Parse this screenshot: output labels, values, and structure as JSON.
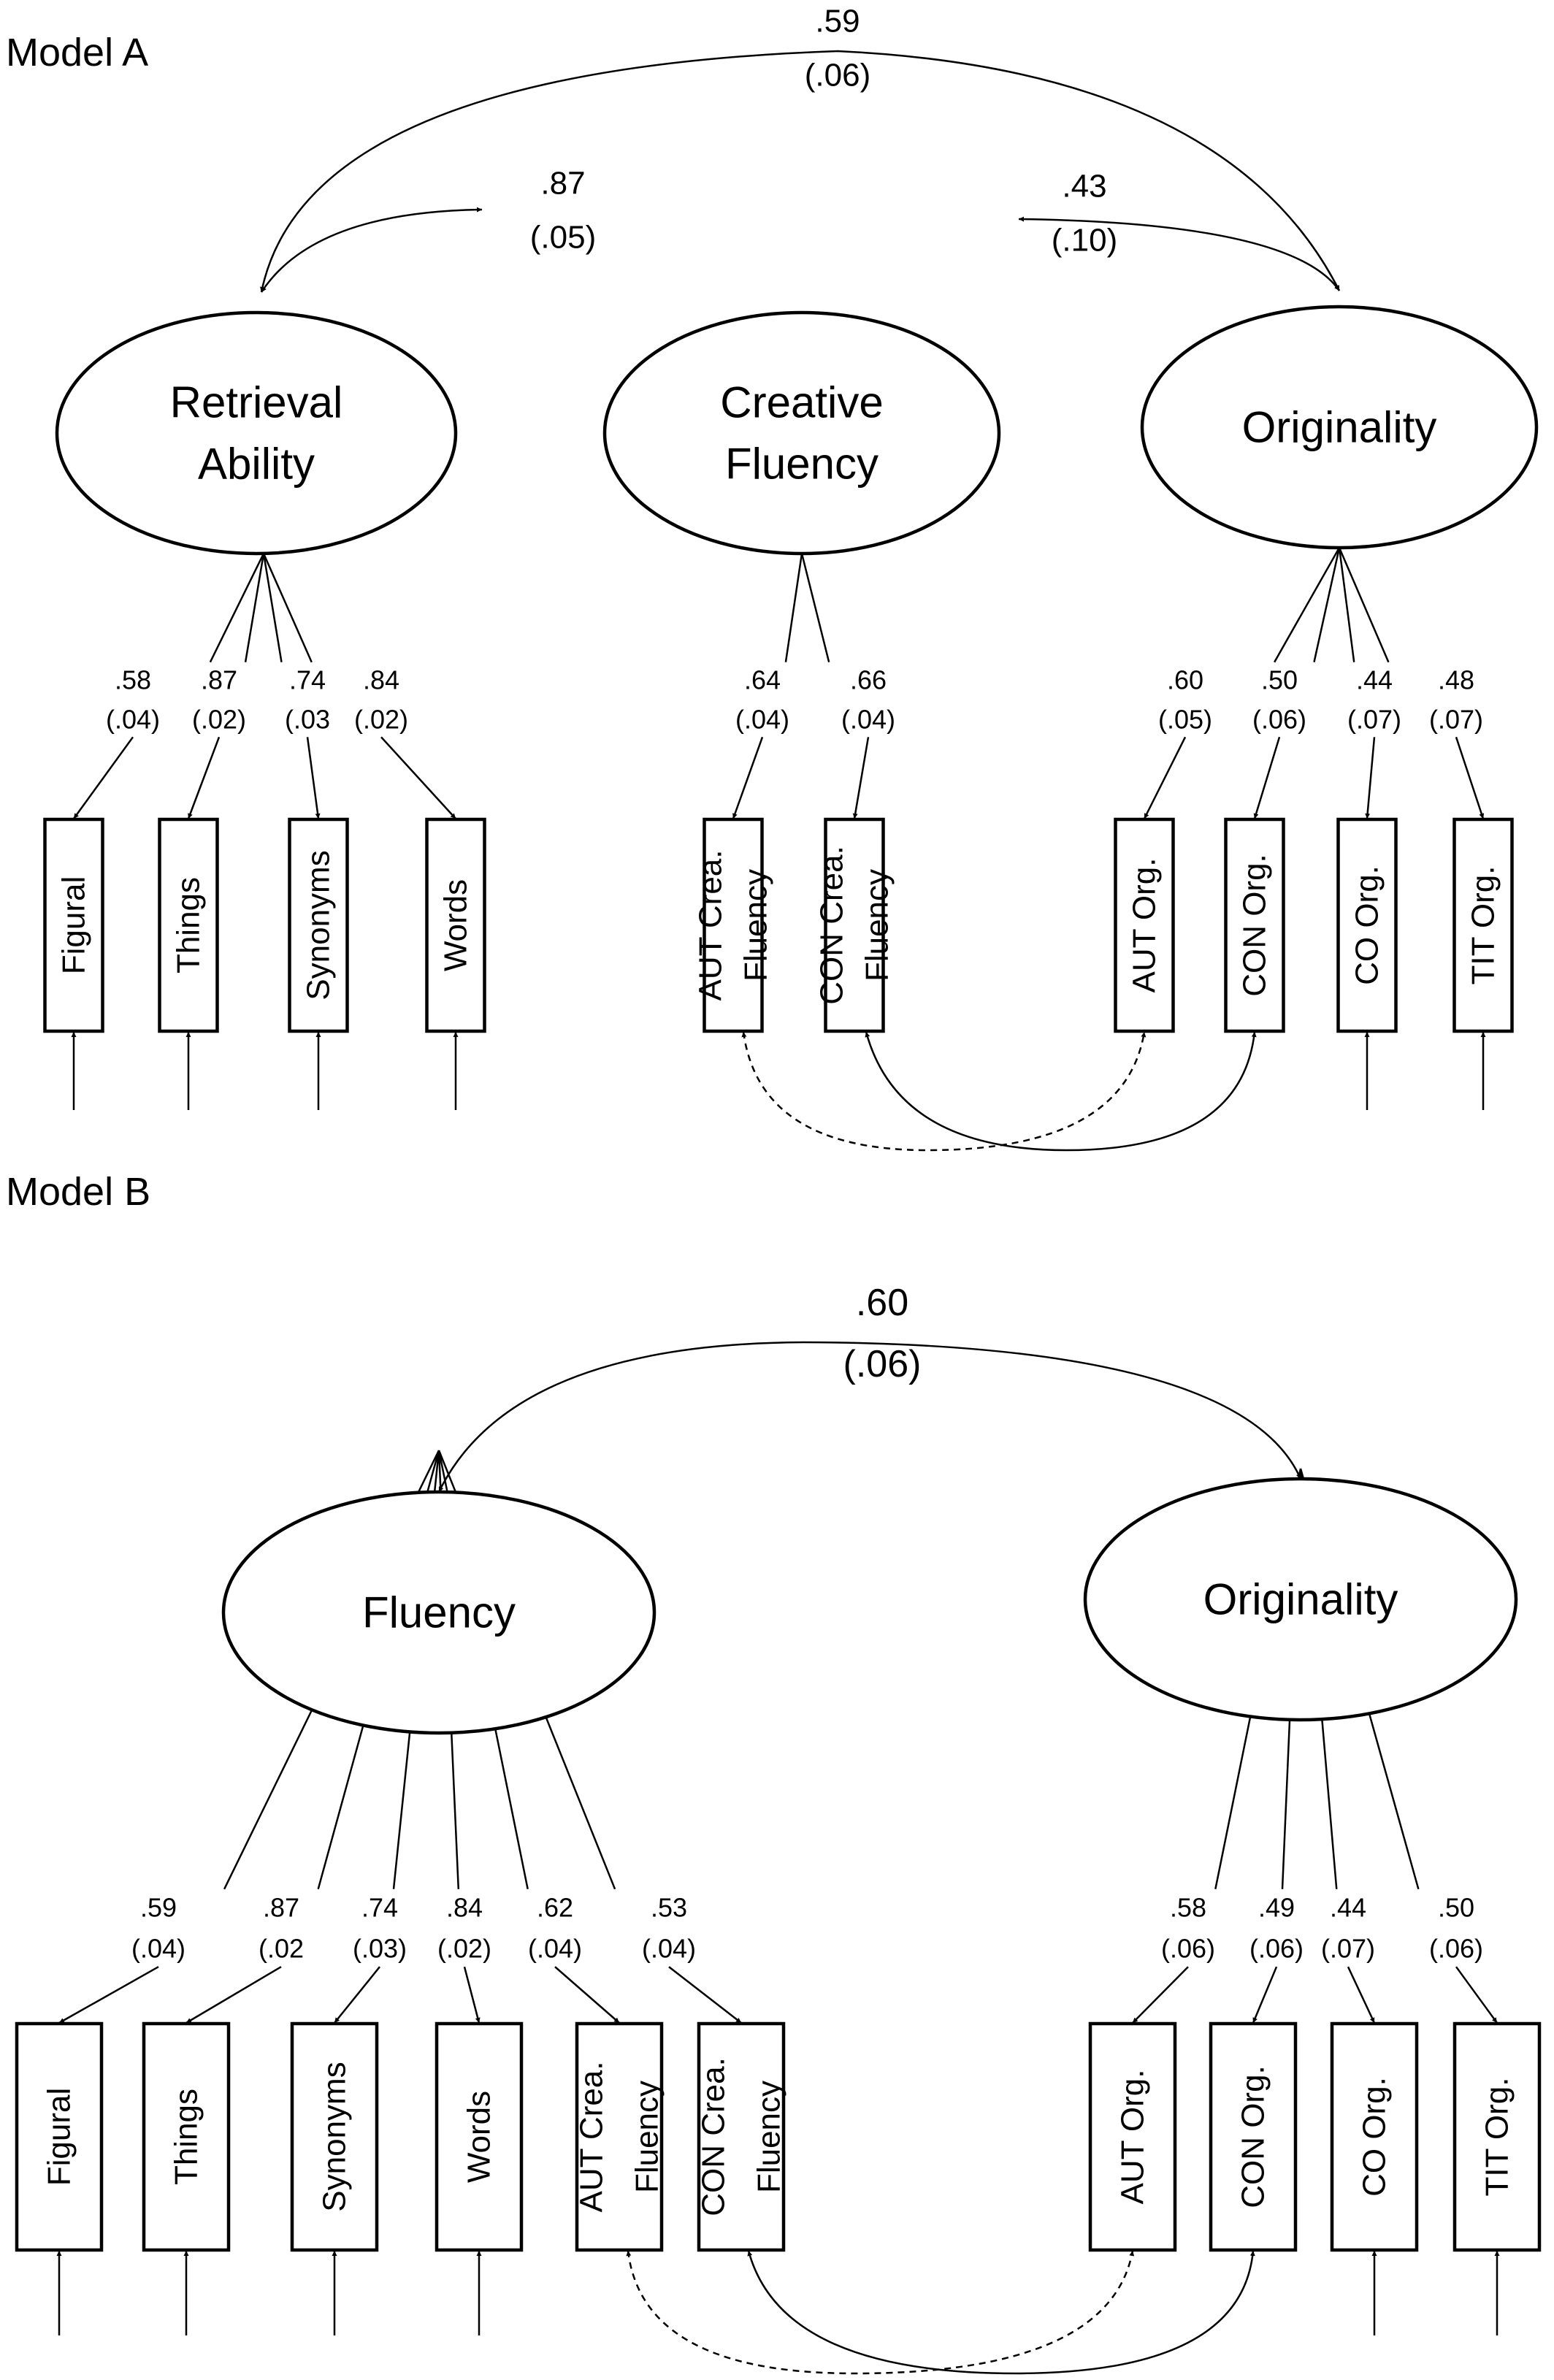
{
  "models": [
    {
      "title": "Model A",
      "factors": [
        {
          "label": [
            "Retrieval",
            "Ability"
          ]
        },
        {
          "label": [
            "Creative",
            "Fluency"
          ]
        },
        {
          "label": [
            "Originality"
          ]
        }
      ],
      "factor_covariances": [
        {
          "between": "Retrieval Ability - Creative Fluency",
          "estimate": ".87",
          "se": "(.05)"
        },
        {
          "between": "Creative Fluency - Originality",
          "estimate": ".43",
          "se": "(.10)"
        },
        {
          "between": "Retrieval Ability - Originality",
          "estimate": ".59",
          "se": "(.06)"
        }
      ],
      "indicators": [
        {
          "label": [
            "Figural"
          ],
          "loading": ".58",
          "se": "(.04)"
        },
        {
          "label": [
            "Things"
          ],
          "loading": ".87",
          "se": "(.02)"
        },
        {
          "label": [
            "Synonyms"
          ],
          "loading": ".74",
          "se": "(.03"
        },
        {
          "label": [
            "Words"
          ],
          "loading": ".84",
          "se": "(.02)"
        },
        {
          "label": [
            "AUT Crea.",
            "Fluency"
          ],
          "loading": ".64",
          "se": "(.04)"
        },
        {
          "label": [
            "CON Crea.",
            "Fluency"
          ],
          "loading": ".66",
          "se": "(.04)"
        },
        {
          "label": [
            "AUT Org."
          ],
          "loading": ".60",
          "se": "(.05)"
        },
        {
          "label": [
            "CON Org."
          ],
          "loading": ".50",
          "se": "(.06)"
        },
        {
          "label": [
            "CO Org."
          ],
          "loading": ".44",
          "se": "(.07)"
        },
        {
          "label": [
            "TIT Org."
          ],
          "loading": ".48",
          "se": "(.07)"
        }
      ]
    },
    {
      "title": "Model B",
      "factors": [
        {
          "label": [
            "Fluency"
          ]
        },
        {
          "label": [
            "Originality"
          ]
        }
      ],
      "factor_covariances": [
        {
          "between": "Fluency - Originality",
          "estimate": ".60",
          "se": "(.06)"
        }
      ],
      "indicators": [
        {
          "label": [
            "Figural"
          ],
          "loading": ".59",
          "se": "(.04)"
        },
        {
          "label": [
            "Things"
          ],
          "loading": ".87",
          "se": "(.02"
        },
        {
          "label": [
            "Synonyms"
          ],
          "loading": ".74",
          "se": "(.03)"
        },
        {
          "label": [
            "Words"
          ],
          "loading": ".84",
          "se": "(.02)"
        },
        {
          "label": [
            "AUT Crea.",
            "Fluency"
          ],
          "loading": ".62",
          "se": "(.04)"
        },
        {
          "label": [
            "CON Crea.",
            "Fluency"
          ],
          "loading": ".53",
          "se": "(.04)"
        },
        {
          "label": [
            "AUT Org."
          ],
          "loading": ".58",
          "se": "(.06)"
        },
        {
          "label": [
            "CON Org."
          ],
          "loading": ".49",
          "se": "(.06)"
        },
        {
          "label": [
            "CO Org."
          ],
          "loading": ".44",
          "se": "(.07)"
        },
        {
          "label": [
            "TIT Org."
          ],
          "loading": ".50",
          "se": "(.06)"
        }
      ]
    }
  ]
}
